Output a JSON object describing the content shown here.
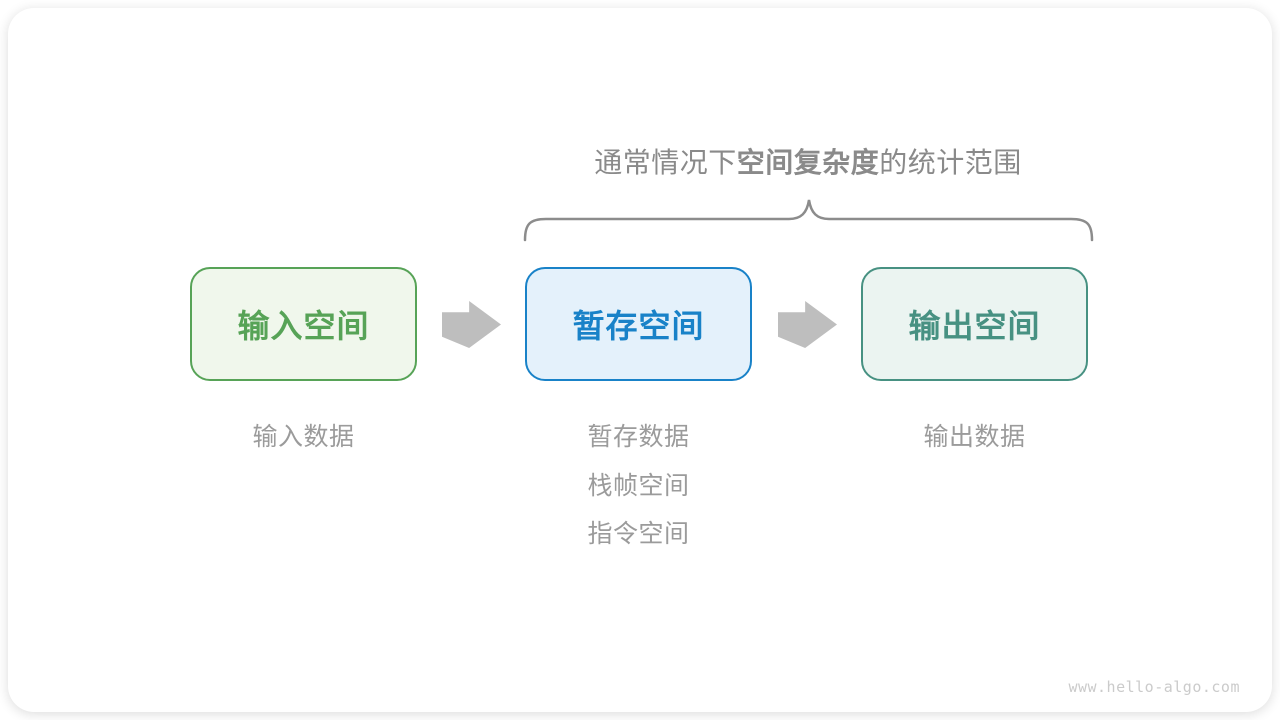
{
  "title": {
    "prefix": "通常情况下",
    "bold": "空间复杂度",
    "suffix": "的统计范围"
  },
  "boxes": [
    {
      "label": "输入空间",
      "color": "#57A357",
      "bg": "#F0F7EC",
      "notes": [
        "输入数据"
      ]
    },
    {
      "label": "暂存空间",
      "color": "#1982C8",
      "bg": "#E4F1FB",
      "notes": [
        "暂存数据",
        "栈帧空间",
        "指令空间"
      ]
    },
    {
      "label": "输出空间",
      "color": "#479182",
      "bg": "#EBF4F1",
      "notes": [
        "输出数据"
      ]
    }
  ],
  "colors": {
    "arrow_gray": "#BEBEBE",
    "title_gray": "#8A8A8A",
    "label_gray": "#9B9B9B",
    "brace_gray": "#8C8C8C",
    "watermark_gray": "#CBCBCB"
  },
  "watermark": "www.hello-algo.com"
}
